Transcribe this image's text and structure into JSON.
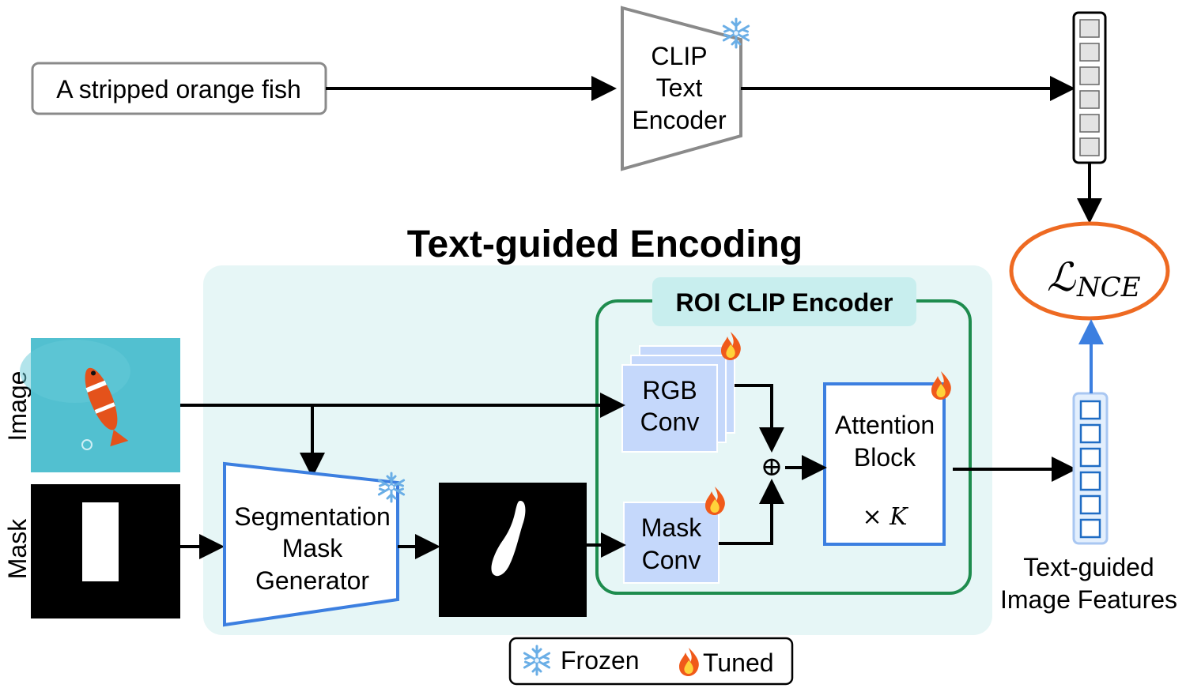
{
  "diagram": {
    "title": "Text-guided Encoding",
    "text_prompt": "A stripped orange fish",
    "clip_text_encoder": [
      "CLIP",
      "Text",
      "Encoder"
    ],
    "loss_symbol": "ℒ",
    "loss_subscript": "NCE",
    "image_label": "Image",
    "mask_label": "Mask",
    "segmentation_generator": [
      "Segmentation",
      "Mask",
      "Generator"
    ],
    "roi_encoder_title": "ROI CLIP Encoder",
    "rgb_conv": [
      "RGB",
      "Conv"
    ],
    "mask_conv": [
      "Mask",
      "Conv"
    ],
    "attention_block": [
      "Attention",
      "Block"
    ],
    "attention_repeat": "× K",
    "sum_symbol": "⊕",
    "output_features": [
      "Text-guided",
      "Image Features"
    ],
    "legend": {
      "frozen": "Frozen",
      "tuned": "Tuned"
    }
  },
  "colors": {
    "blue": "#3c7fe0",
    "panel": "#e6f6f6",
    "green": "#1e8c4e",
    "conv_fill": "#c5d8fb",
    "orange": "#ee6a22",
    "roi_label_bg": "#c8eeee",
    "water": "#52c0d0",
    "text_feature_cell": "#e3e3e3"
  },
  "icons": {
    "frozen": "snowflake-icon",
    "tuned": "flame-icon"
  }
}
